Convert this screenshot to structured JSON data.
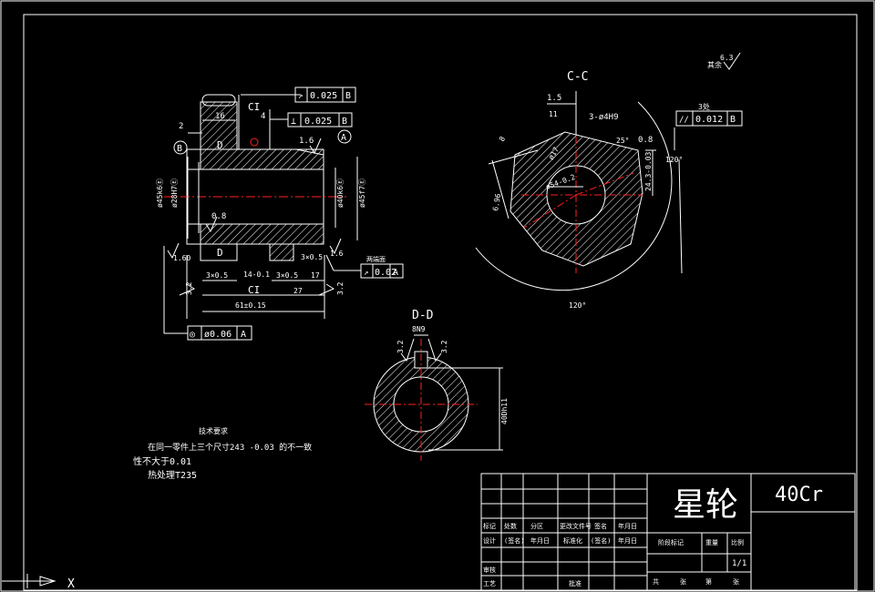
{
  "views": {
    "cc_title": "C-C",
    "dd_title": "D-D"
  },
  "roughness": {
    "others_label": "其余",
    "others_value": "6.3",
    "bore_top": "1.6",
    "bore_inner": "0.8",
    "left_bottom": "1.60",
    "right_bottom": "1.6",
    "left_vertical": "3.2",
    "right_vertical": "3.2",
    "cc_slot": "0.8",
    "dd_left": "3.2",
    "dd_right": "3.2"
  },
  "tolerances": {
    "runout_top": {
      "symbol": "↗",
      "value": "0.025",
      "datum": "B"
    },
    "perp": {
      "symbol": "⊥",
      "value": "0.025",
      "datum": "B"
    },
    "runout_side": {
      "symbol": "↗",
      "value": "0.02",
      "datum": "A"
    },
    "parallel": {
      "symbol": "//",
      "value": "0.012",
      "datum": "B"
    },
    "coaxial": {
      "symbol": "◎",
      "value": "ø0.06",
      "datum": "A"
    },
    "runout_side_label": "两端面",
    "parallel_label": "3处"
  },
  "datums": {
    "a": "A",
    "b": "B"
  },
  "dimensions": {
    "d16": "16",
    "d2": "2",
    "d4": "4",
    "d14": "14-0.1",
    "d27": "27",
    "d17": "17",
    "d61": "61±0.15",
    "dia45k6": "ø45k6Ⓔ",
    "dia28H7": "ø28H7Ⓔ",
    "dia40k6": "ø40k6Ⓔ",
    "dia45f7": "ø45f7Ⓔ",
    "ch3x05_top": "3×0.5",
    "ch3x05_left": "3×0.5",
    "ch3x05_mid": "3×0.5",
    "cut_ci_top": "CI",
    "cut_ci_bottom": "CI",
    "cut_d_top": "D",
    "cut_d_bottom": "D",
    "cc_15": "1.5",
    "cc_11": "11",
    "cc_3x4H9": "3-ø4H9",
    "cc_25deg": "25°",
    "cc_8deg": "8",
    "cc_r17": "ø17",
    "cc_bore": "ø54-0.2",
    "cc_d6": "6.96",
    "cc_d243": "24.3-0.03",
    "cc_120a": "120°",
    "cc_120b": "120°",
    "dd_8N9": "8N9",
    "dd_40h11": "40Dh11"
  },
  "notes": {
    "title": "技术要求",
    "line1": "在同一零件上三个尺寸243 -0.03 的不一致",
    "line2": "性不大于0.01",
    "line3": "热处理T235"
  },
  "title_block": {
    "part_name": "星轮",
    "material": "40Cr",
    "row_labels": [
      "标记",
      "处数",
      "分区",
      "更改文件号",
      "签名",
      "年月日"
    ],
    "row2_labels": [
      "设计",
      "(签名)",
      "年月日",
      "标准化",
      "(签名)",
      "年月日"
    ],
    "row3_labels": [
      "审核",
      "",
      "",
      "",
      "",
      ""
    ],
    "row4_labels": [
      "工艺",
      "",
      "批准",
      "",
      "",
      ""
    ],
    "stage_label": "阶段标记",
    "weight_label": "重量",
    "scale_label": "比例",
    "scale_value": "1/1",
    "sheet_labels": [
      "共",
      "张",
      "第",
      "张"
    ]
  },
  "ucs": {
    "x": "X"
  }
}
